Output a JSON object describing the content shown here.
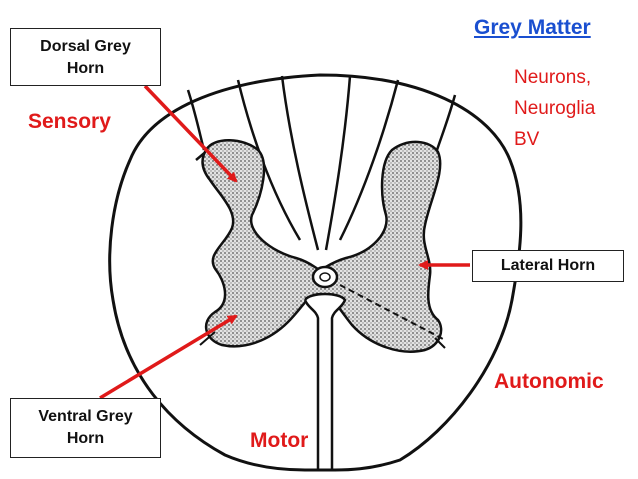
{
  "title": "Grey Matter",
  "components": [
    "Neurons,",
    "Neuroglia",
    "BV"
  ],
  "labels": {
    "dorsal_horn": [
      "Dorsal Grey",
      "Horn"
    ],
    "ventral_horn": [
      "Ventral Grey",
      "Horn"
    ],
    "lateral_horn": "Lateral Horn"
  },
  "functions": {
    "sensory": "Sensory",
    "motor": "Motor",
    "autonomic": "Autonomic"
  },
  "colors": {
    "title": "#1a4fd0",
    "accent": "#e01a1a",
    "grey_matter": "#c8c8c8",
    "outline": "#111111"
  }
}
